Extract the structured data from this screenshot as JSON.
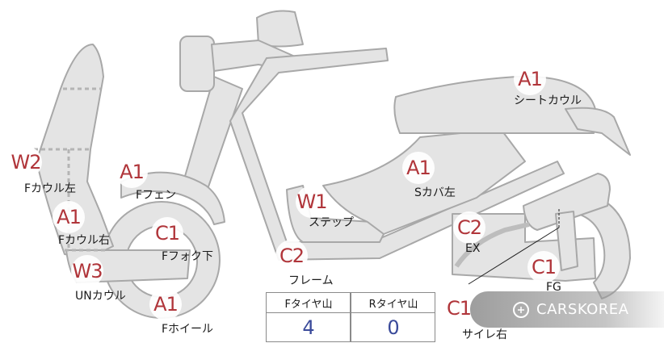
{
  "markers": [
    {
      "code": "A1",
      "label": "シートカウル"
    },
    {
      "code": "W2",
      "label": "Fカウル左"
    },
    {
      "code": "A1",
      "label": "Fフェン"
    },
    {
      "code": "A1",
      "label": "Sカバ左"
    },
    {
      "code": "W1",
      "label": "ステップ"
    },
    {
      "code": "A1",
      "label": "Fカウル右"
    },
    {
      "code": "C1",
      "label": "Fフォク下"
    },
    {
      "code": "C2",
      "label": "EX"
    },
    {
      "code": "C2",
      "label": "フレーム"
    },
    {
      "code": "W3",
      "label": "UNカウル"
    },
    {
      "code": "C1",
      "label": "FG"
    },
    {
      "code": "A1",
      "label": "Fホイール"
    },
    {
      "code": "C1",
      "label": "サイレ右"
    }
  ],
  "tire_table": {
    "headers": [
      "Fタイヤ山",
      "Rタイヤ山"
    ],
    "values": [
      "4",
      "0"
    ]
  },
  "watermark": {
    "brand": "CARSKOREA"
  },
  "colors": {
    "marker_text": "#b0353a",
    "part_fill": "#e4e4e4",
    "part_stroke": "#a8a8a8",
    "table_value": "#3a4a9a"
  }
}
